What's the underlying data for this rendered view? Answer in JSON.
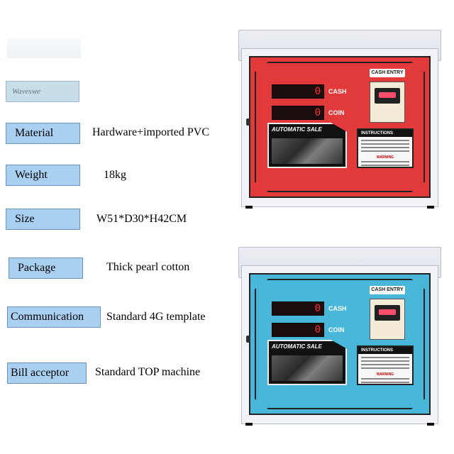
{
  "header": {
    "badge_text": "Waveswe"
  },
  "specs": [
    {
      "label": "Material",
      "value": "Hardware+imported PVC"
    },
    {
      "label": "Weight",
      "value": "18kg"
    },
    {
      "label": "Size",
      "value": "W51*D30*H42CM"
    },
    {
      "label": "Package",
      "value": "Thick pearl cotton"
    },
    {
      "label": "Communication",
      "value": "Standard 4G template"
    },
    {
      "label": "Bill acceptor",
      "value": "Standard TOP  machine"
    }
  ],
  "machine_red": {
    "cash_display": "0",
    "coin_display": "0",
    "cash_label": "CASH",
    "coin_label": "COIN",
    "cash_entry": "CASH ENTRY",
    "automatic_sale": "AUTOMATIC SALE",
    "instructions": "INSTRUCTIONS",
    "warning": "WARNING",
    "panel_color": "#e23a3b"
  },
  "machine_blue": {
    "cash_display": "0",
    "coin_display": "0",
    "cash_label": "CASH",
    "coin_label": "COIN",
    "cash_entry": "CASH ENTRY",
    "automatic_sale": "AUTOMATIC SALE",
    "instructions": "INSTRUCTIONS",
    "warning": "WARNING",
    "panel_color": "#48b7d9"
  }
}
